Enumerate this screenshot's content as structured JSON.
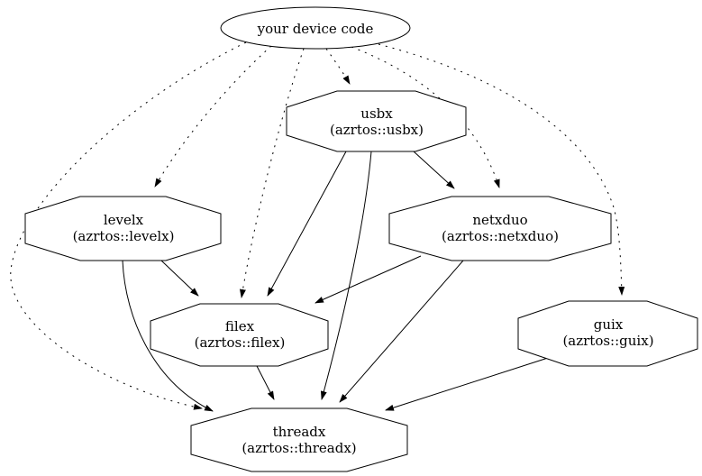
{
  "graph": {
    "background_color": "#ffffff",
    "line_color": "#000000",
    "nodes": [
      {
        "id": "your-device-code",
        "shape": "ellipse",
        "label": "your device code"
      },
      {
        "id": "usbx",
        "shape": "octagon",
        "label": "usbx",
        "sublabel": "(azrtos::usbx)"
      },
      {
        "id": "levelx",
        "shape": "octagon",
        "label": "levelx",
        "sublabel": "(azrtos::levelx)"
      },
      {
        "id": "netxduo",
        "shape": "octagon",
        "label": "netxduo",
        "sublabel": "(azrtos::netxduo)"
      },
      {
        "id": "filex",
        "shape": "octagon",
        "label": "filex",
        "sublabel": "(azrtos::filex)"
      },
      {
        "id": "guix",
        "shape": "octagon",
        "label": "guix",
        "sublabel": "(azrtos::guix)"
      },
      {
        "id": "threadx",
        "shape": "octagon",
        "label": "threadx",
        "sublabel": "(azrtos::threadx)"
      }
    ],
    "edges": [
      {
        "from": "your-device-code",
        "to": "usbx",
        "style": "dotted"
      },
      {
        "from": "your-device-code",
        "to": "levelx",
        "style": "dotted"
      },
      {
        "from": "your-device-code",
        "to": "netxduo",
        "style": "dotted"
      },
      {
        "from": "your-device-code",
        "to": "filex",
        "style": "dotted"
      },
      {
        "from": "your-device-code",
        "to": "guix",
        "style": "dotted"
      },
      {
        "from": "your-device-code",
        "to": "threadx",
        "style": "dotted"
      },
      {
        "from": "usbx",
        "to": "netxduo",
        "style": "solid"
      },
      {
        "from": "usbx",
        "to": "filex",
        "style": "solid"
      },
      {
        "from": "usbx",
        "to": "threadx",
        "style": "solid"
      },
      {
        "from": "levelx",
        "to": "filex",
        "style": "solid"
      },
      {
        "from": "levelx",
        "to": "threadx",
        "style": "solid"
      },
      {
        "from": "netxduo",
        "to": "filex",
        "style": "solid"
      },
      {
        "from": "netxduo",
        "to": "threadx",
        "style": "solid"
      },
      {
        "from": "filex",
        "to": "threadx",
        "style": "solid"
      },
      {
        "from": "guix",
        "to": "threadx",
        "style": "solid"
      }
    ]
  }
}
